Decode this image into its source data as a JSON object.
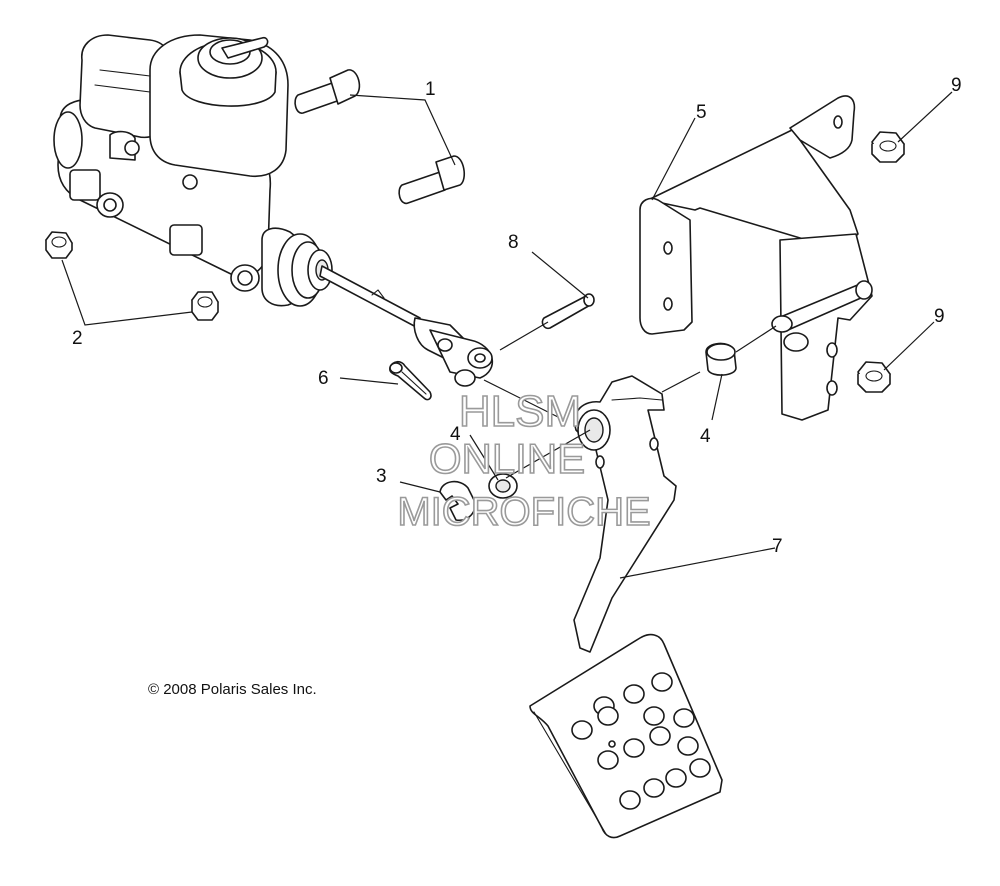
{
  "copyright": "© 2008 Polaris Sales Inc.",
  "watermark": {
    "line1": "HLSM",
    "line2": "ONLINE",
    "line3": "MICROFICHE"
  },
  "callouts": {
    "c1": "1",
    "c2": "2",
    "c3": "3",
    "c4a": "4",
    "c4b": "4",
    "c5": "5",
    "c6": "6",
    "c7": "7",
    "c8": "8",
    "c9a": "9",
    "c9b": "9"
  }
}
